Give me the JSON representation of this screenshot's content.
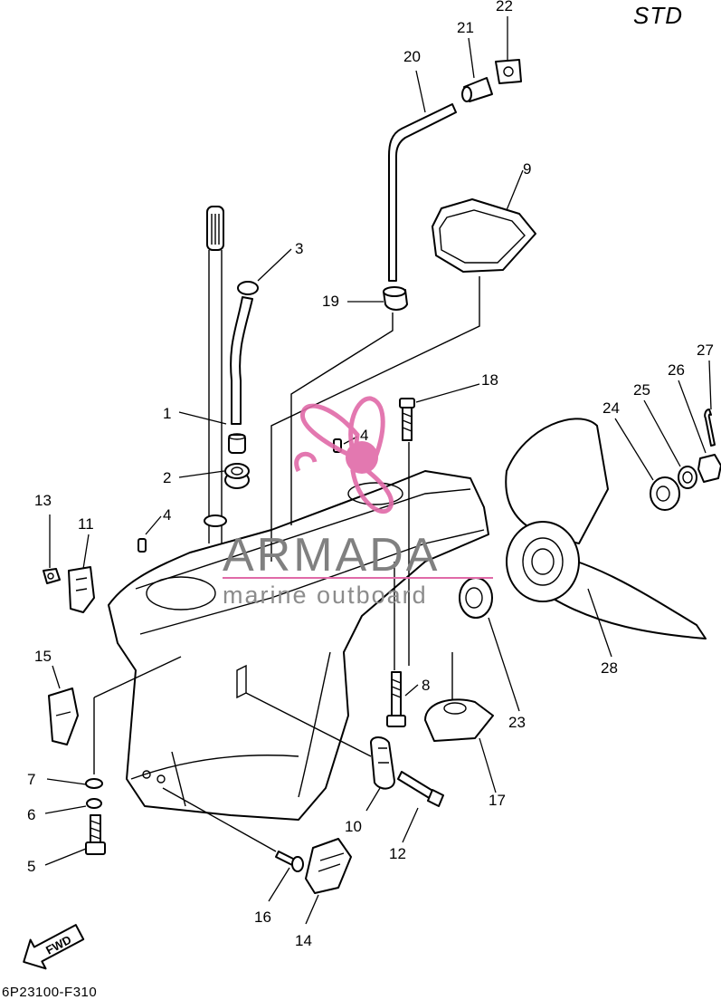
{
  "header": {
    "variant_label": "STD"
  },
  "footer": {
    "drawing_code": "6P23100-F310"
  },
  "watermark": {
    "brand": "ARMADA",
    "tagline": "marine outboard",
    "logo_color": "#e06aa8",
    "text_color": "#808080"
  },
  "direction_marker": {
    "label": "FWD"
  },
  "callouts": [
    "1",
    "2",
    "3",
    "4",
    "4",
    "5",
    "6",
    "7",
    "8",
    "9",
    "10",
    "11",
    "12",
    "13",
    "14",
    "15",
    "16",
    "17",
    "18",
    "19",
    "20",
    "21",
    "22",
    "23",
    "24",
    "25",
    "26",
    "27",
    "28"
  ]
}
